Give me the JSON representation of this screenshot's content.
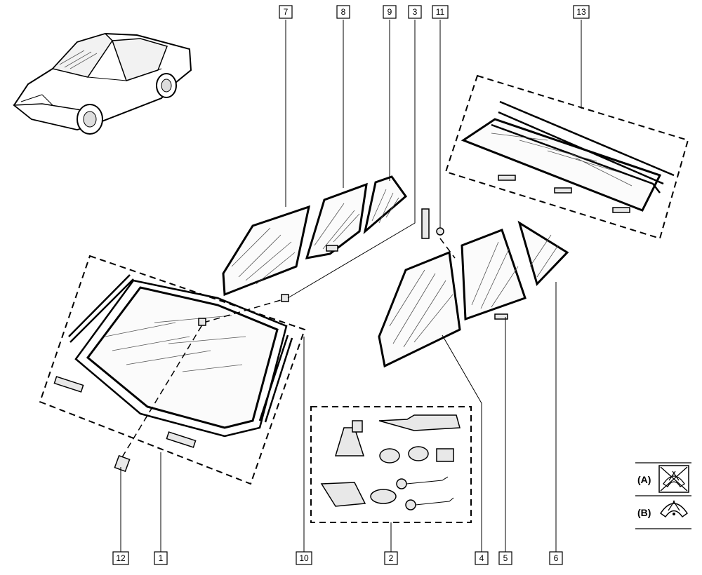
{
  "callouts": {
    "c7": "7",
    "c8": "8",
    "c9": "9",
    "c3": "3",
    "c11": "11",
    "c13": "13",
    "c12": "12",
    "c1": "1",
    "c10": "10",
    "c2": "2",
    "c4": "4",
    "c5": "5",
    "c6": "6"
  },
  "legend": {
    "a_label": "(A)",
    "b_label": "(B)"
  },
  "icons": {
    "car": "sedan-car-icon",
    "legend_a": "windscreen-wiper-crossed-icon",
    "legend_b": "windscreen-wiper-icon"
  }
}
